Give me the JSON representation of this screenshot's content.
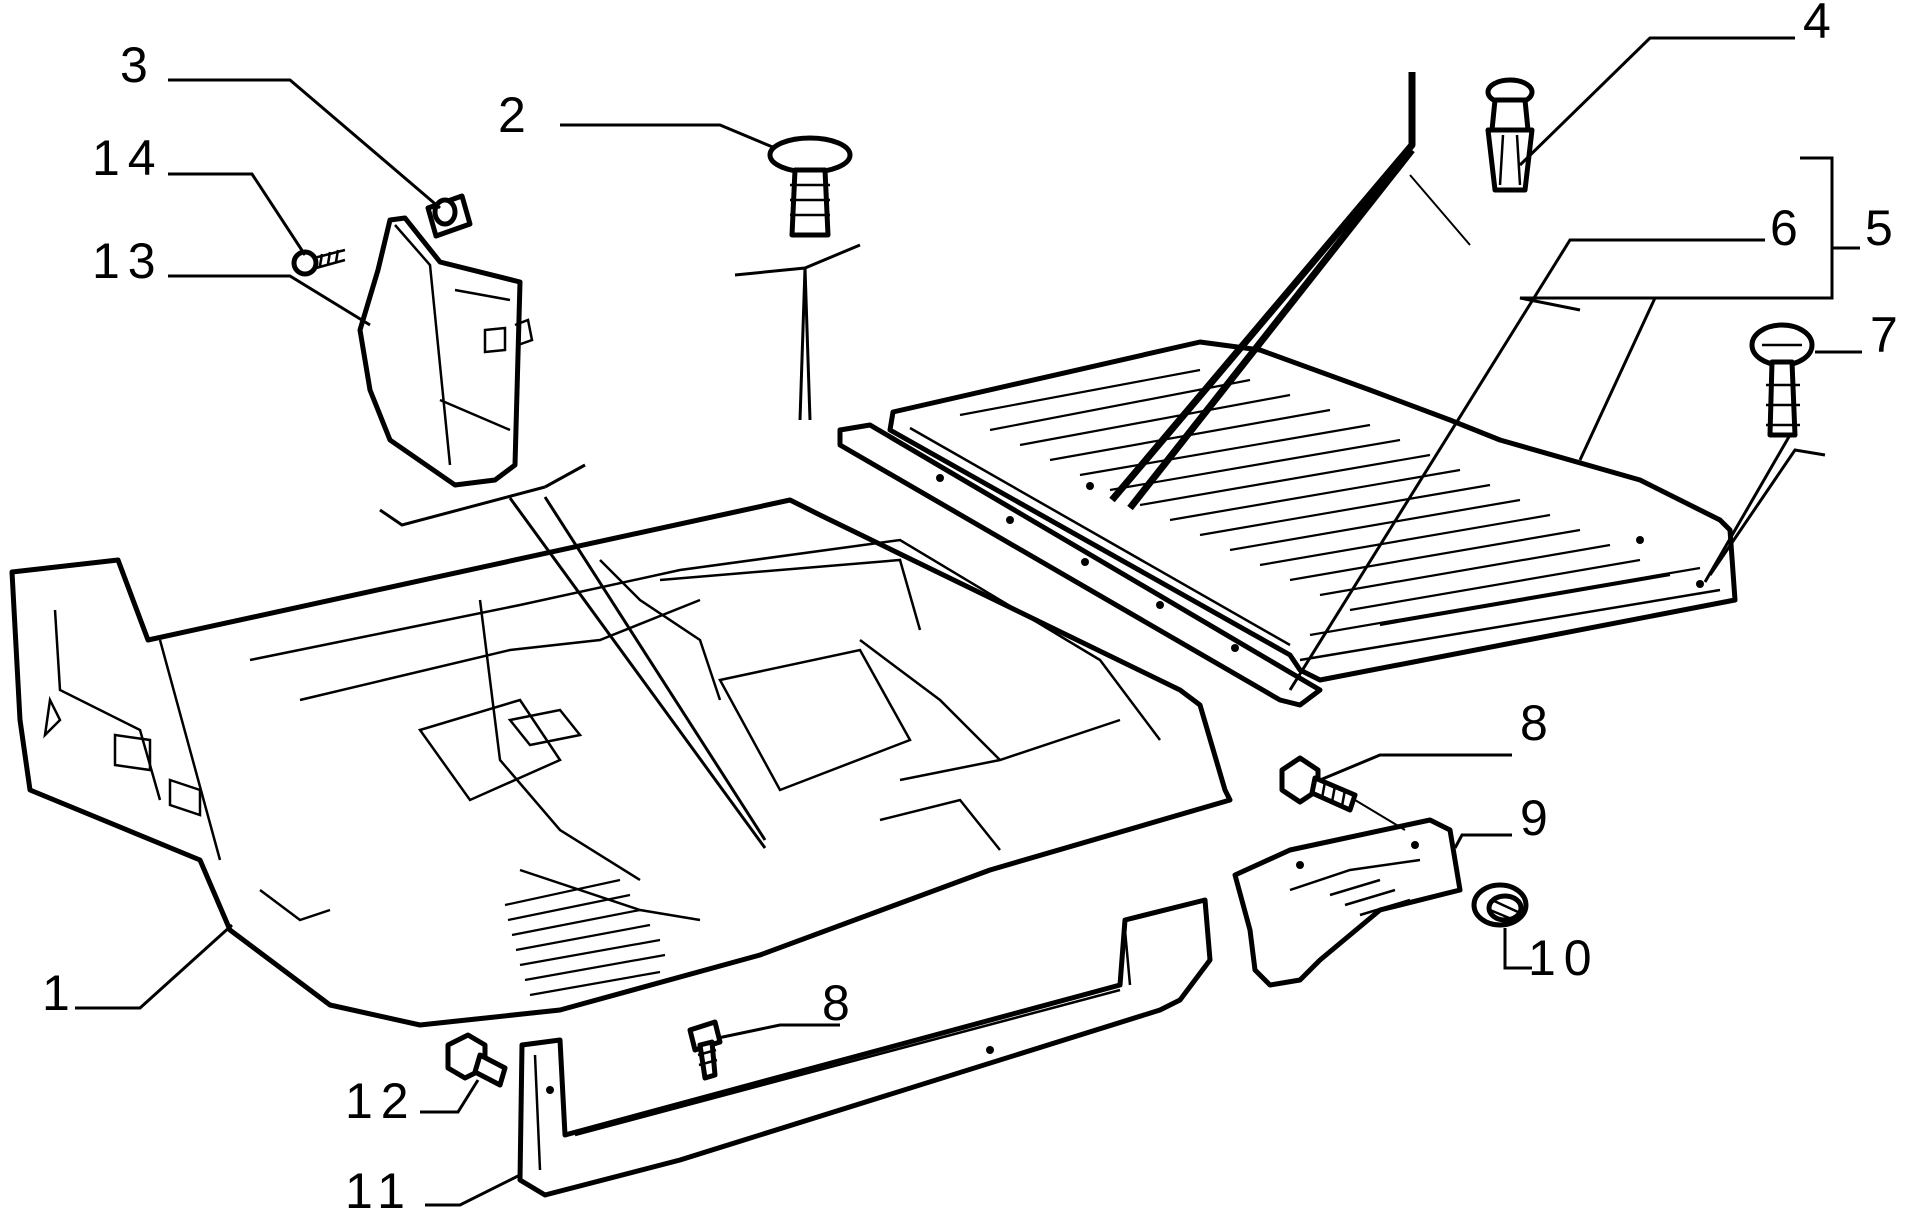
{
  "callouts": [
    {
      "id": "1",
      "text": "1"
    },
    {
      "id": "2",
      "text": "2"
    },
    {
      "id": "3",
      "text": "3"
    },
    {
      "id": "4",
      "text": "4"
    },
    {
      "id": "5",
      "text": "5"
    },
    {
      "id": "6",
      "text": "6"
    },
    {
      "id": "7",
      "text": "7"
    },
    {
      "id": "8a",
      "text": "8"
    },
    {
      "id": "8b",
      "text": "8"
    },
    {
      "id": "9",
      "text": "9"
    },
    {
      "id": "10",
      "text": "10"
    },
    {
      "id": "11",
      "text": "11"
    },
    {
      "id": "12",
      "text": "12"
    },
    {
      "id": "13",
      "text": "13"
    },
    {
      "id": "14",
      "text": "14"
    }
  ]
}
